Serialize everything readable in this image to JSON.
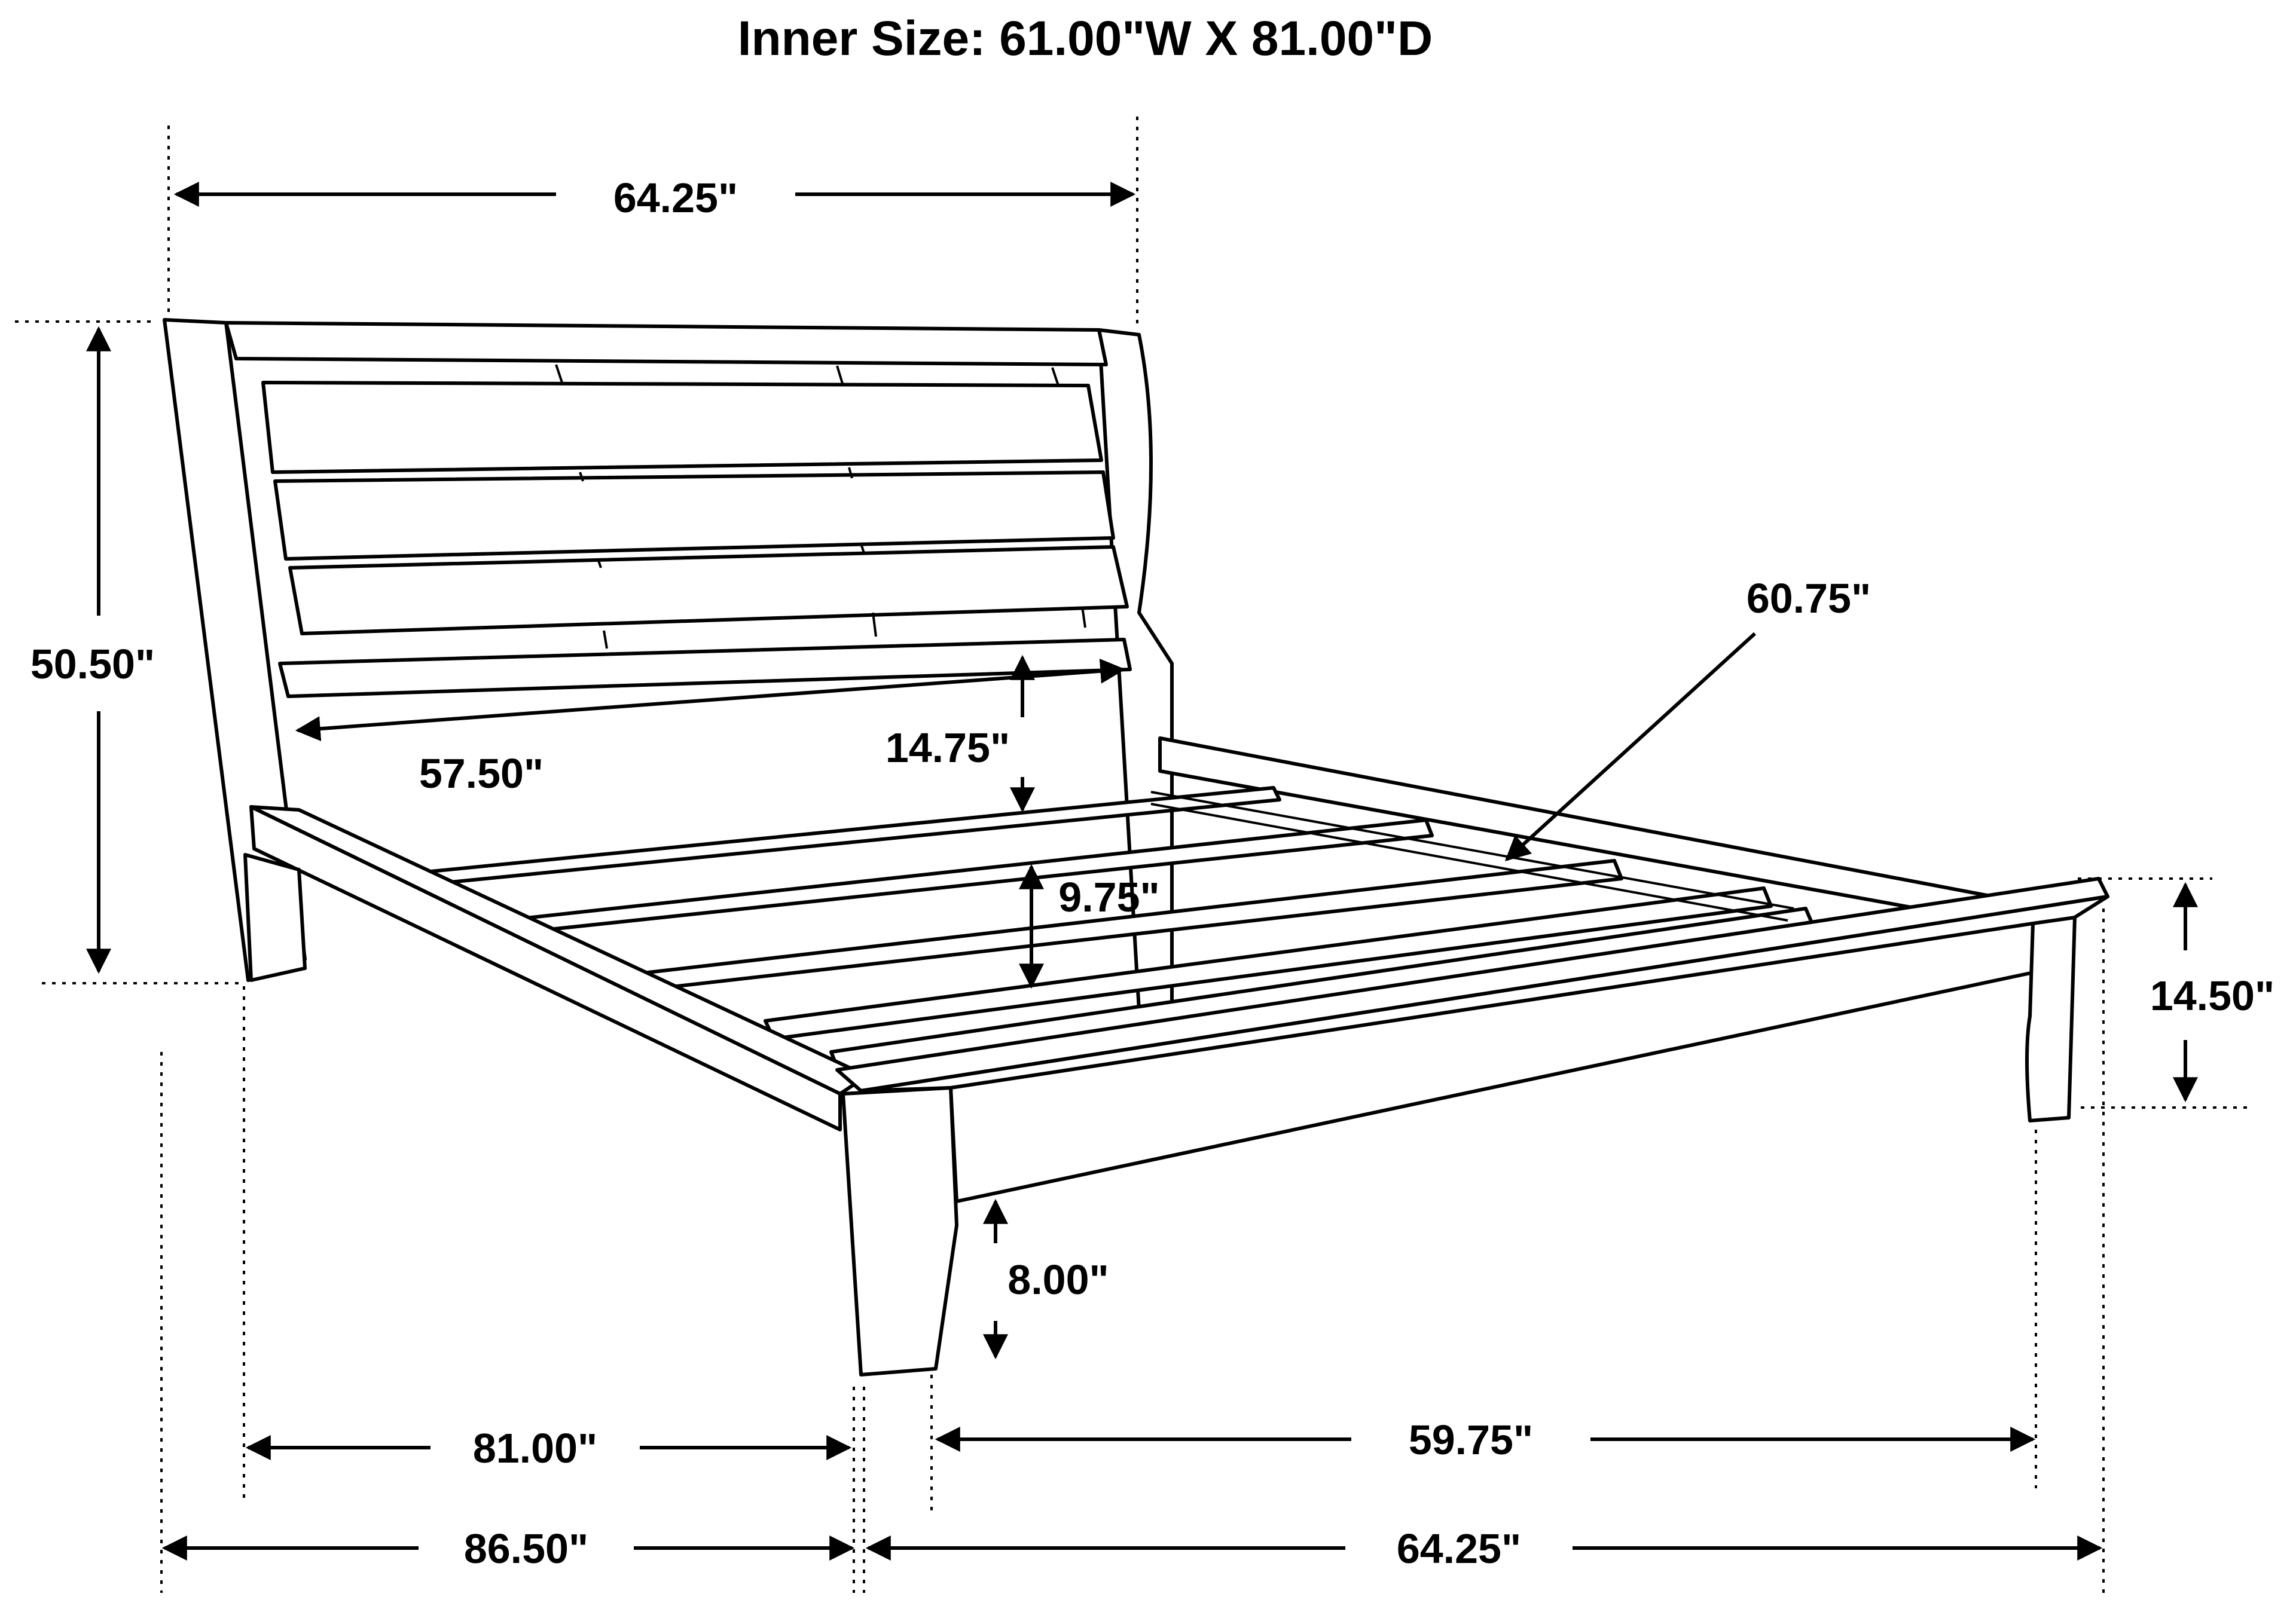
{
  "title": "Inner Size: 61.00\"W X 81.00\"D",
  "dimensions": {
    "headboard_width": "64.25\"",
    "headboard_height": "50.50\"",
    "headboard_inner_width": "57.50\"",
    "headboard_panel_height": "14.75\"",
    "diagonal": "60.75\"",
    "slat_clearance": "9.75\"",
    "footboard_height": "14.50\"",
    "floor_clearance": "8.00\"",
    "inner_length": "81.00\"",
    "inner_width_bottom": "59.75\"",
    "overall_length": "86.50\"",
    "overall_width_bottom": "64.25\""
  }
}
